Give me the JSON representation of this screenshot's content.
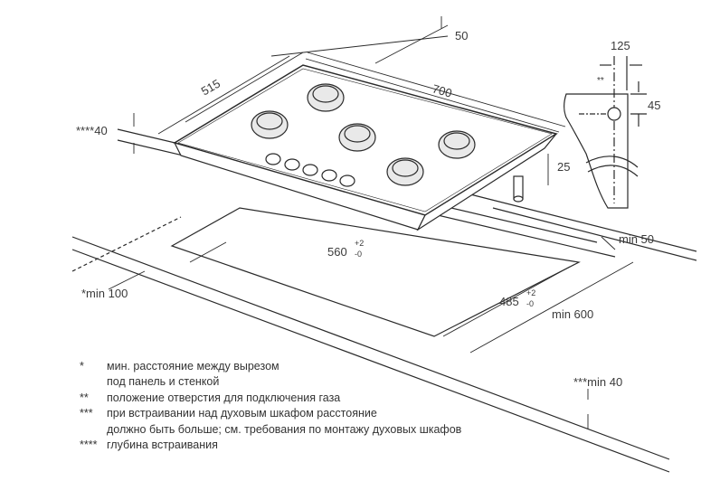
{
  "dimensions": {
    "depth_515": "515",
    "width_700": "700",
    "top_50": "50",
    "depth_40": "****40",
    "height_25": "25",
    "gas_125": "125",
    "gas_45": "45",
    "gas_mark": "**",
    "min_50": "min 50",
    "cutout_width": "560",
    "cutout_width_tol_plus": "+2",
    "cutout_width_tol_minus": "-0",
    "cutout_depth": "485",
    "cutout_depth_tol_plus": "+2",
    "cutout_depth_tol_minus": "-0",
    "min_100": "*min 100",
    "min_600": "min 600",
    "min_40": "***min 40"
  },
  "legend": [
    {
      "mark": "*",
      "text": "мин. расстояние между вырезом"
    },
    {
      "mark": "",
      "text": "под панель и стенкой"
    },
    {
      "mark": "**",
      "text": "положение отверстия для подключения газа"
    },
    {
      "mark": "***",
      "text": "при встраивании над духовым шкафом расстояние"
    },
    {
      "mark": "",
      "text": "должно быть больше; см. требования по монтажу духовых шкафов"
    },
    {
      "mark": "****",
      "text": "глубина встраивания"
    }
  ],
  "colors": {
    "line": "#2a2a2a",
    "burner_fill": "#e9e9e9"
  }
}
